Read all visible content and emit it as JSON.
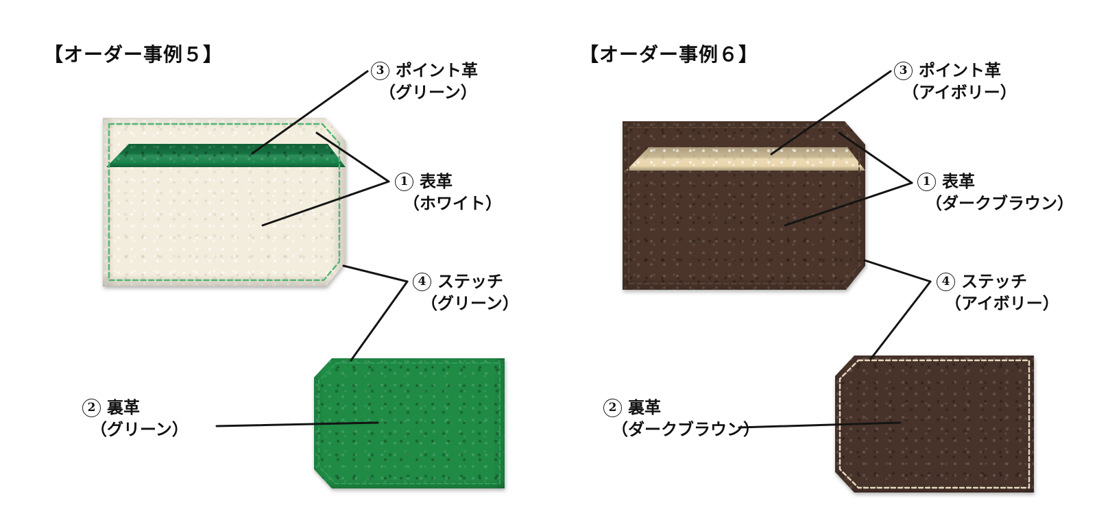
{
  "page": {
    "background": "#ffffff"
  },
  "examples": [
    {
      "title": "【オーダー事例５】",
      "parts": {
        "point": {
          "number": "3",
          "name": "ポイント革",
          "color": "（グリーン）"
        },
        "front": {
          "number": "1",
          "name": "表革",
          "color": "（ホワイト）"
        },
        "stitch": {
          "number": "4",
          "name": "ステッチ",
          "color": "（グリーン）"
        },
        "back": {
          "number": "2",
          "name": "裏革",
          "color": "（グリーン）"
        }
      },
      "colors": {
        "front_leather": "#f3edde",
        "point_leather": "#18834a",
        "back_leather": "#1f8b45",
        "stitch_front": "#4fb474",
        "stitch_back": "#2f9e58"
      }
    },
    {
      "title": "【オーダー事例６】",
      "parts": {
        "point": {
          "number": "3",
          "name": "ポイント革",
          "color": "（アイボリー）"
        },
        "front": {
          "number": "1",
          "name": "表革",
          "color": "（ダークブラウン）"
        },
        "stitch": {
          "number": "4",
          "name": "ステッチ",
          "color": "（アイボリー）"
        },
        "back": {
          "number": "2",
          "name": "裏革",
          "color": "（ダークブラウン）"
        }
      },
      "colors": {
        "front_leather": "#4b352a",
        "point_leather": "#e9d5ab",
        "back_leather": "#48332b",
        "stitch_front": "#5a4337",
        "stitch_back": "#e7dbbf"
      }
    }
  ]
}
